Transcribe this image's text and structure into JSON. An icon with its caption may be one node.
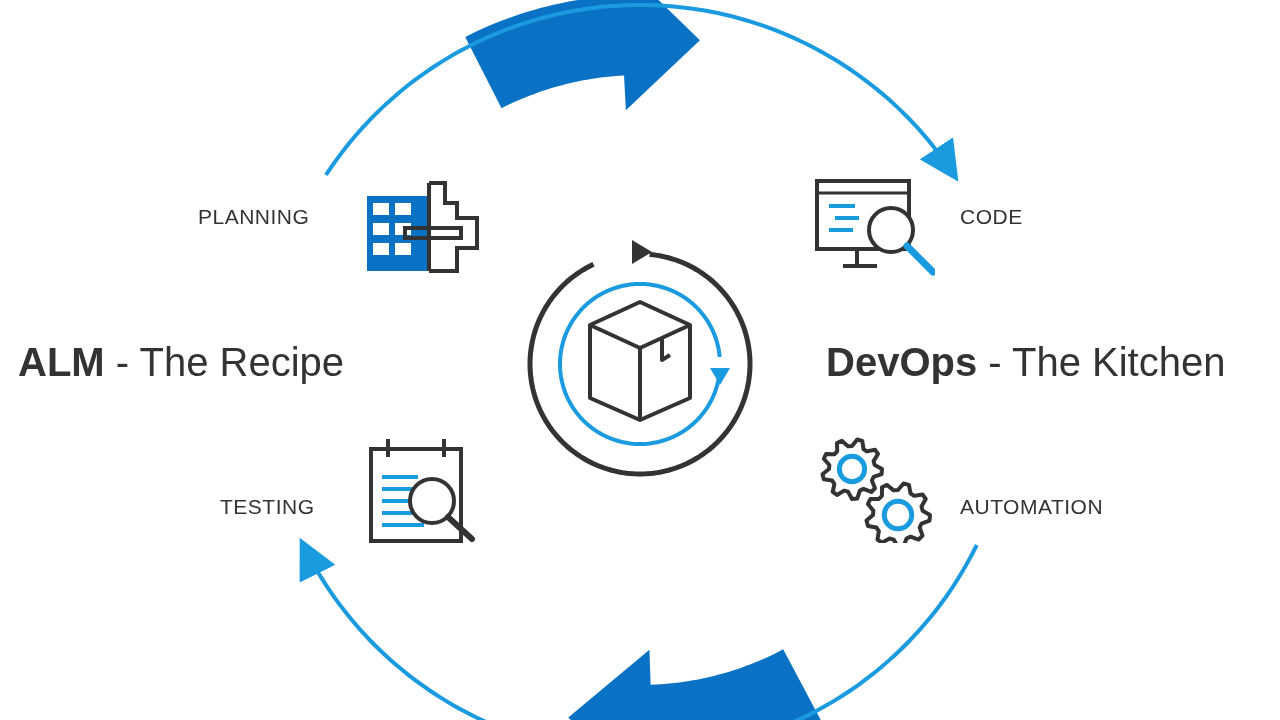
{
  "diagram": {
    "nodes": [
      {
        "text": [
          "PLANNING"
        ]
      },
      {
        "text": [
          "CODE"
        ]
      },
      {
        "text": [
          "AUTOMATION"
        ]
      },
      {
        "text": [
          "TESTING"
        ]
      }
    ],
    "edges": [
      {
        "from": 0,
        "to": 1,
        "arrow": "to"
      },
      {
        "from": 2,
        "to": 3,
        "arrow": "to"
      }
    ],
    "labels": [
      "**ALM** - The Recipe",
      "**DevOps** - The Kitchen"
    ]
  }
}
